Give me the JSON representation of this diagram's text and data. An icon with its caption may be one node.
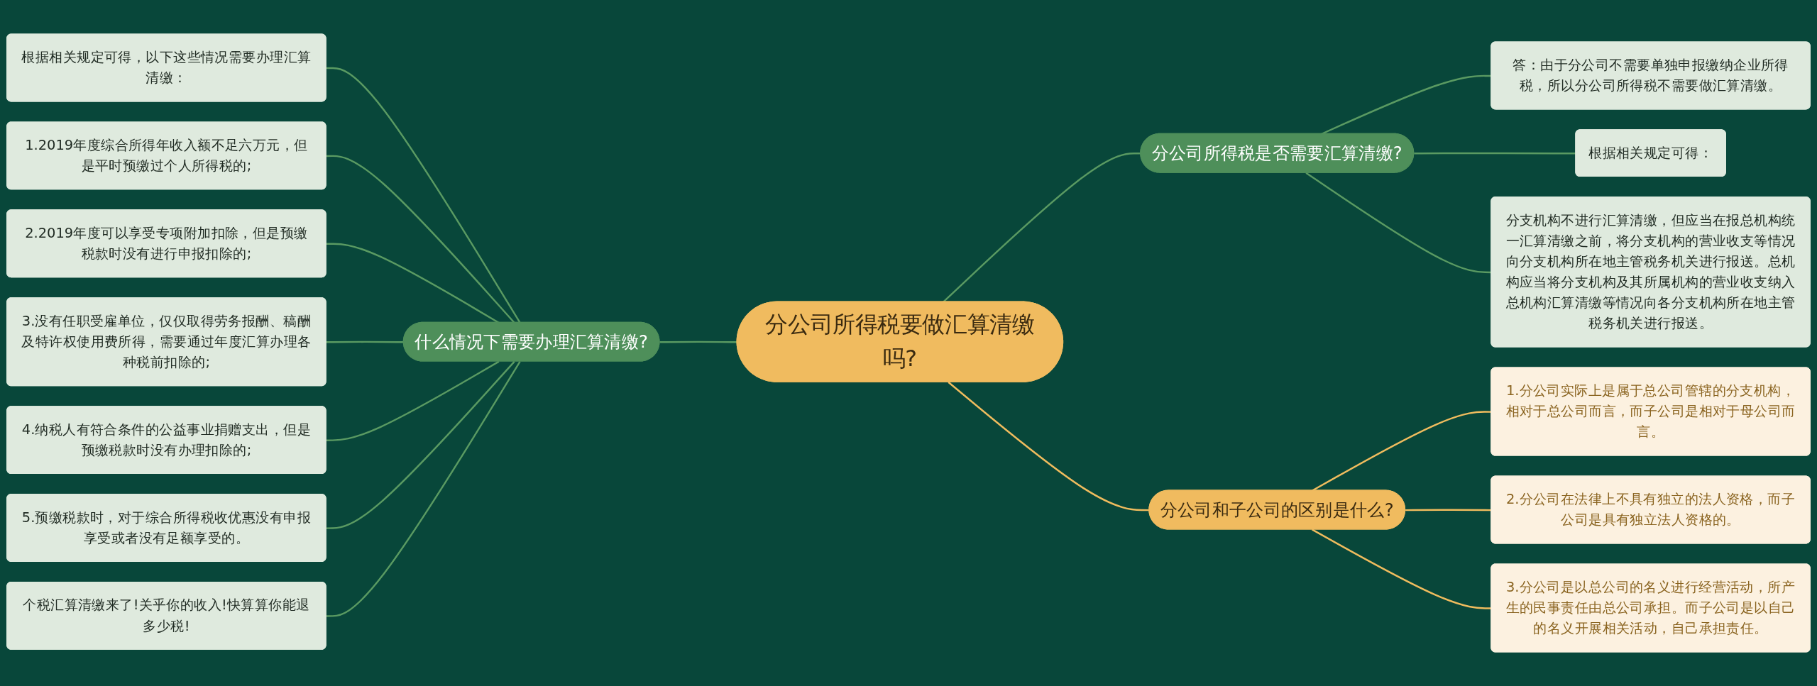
{
  "diagram": {
    "nodes": [
      {
        "text": [
          "分公司所得税要做汇算清缴吗?"
        ]
      },
      {
        "text": [
          "分公司所得税是否需要汇算清缴?"
        ]
      },
      {
        "text": [
          "答：由于分公司不需要单独申报缴纳企业所得税，所以分公司所得税不需要做汇算清缴。"
        ]
      },
      {
        "text": [
          "根据相关规定可得："
        ]
      },
      {
        "text": [
          "分支机构不进行汇算清缴，但应当在报总机构统一汇算清缴之前，将分支机构的营业收支等情况向分支机构所在地主管税务机关进行报送。总机构应当将分支机构及其所属机构的营业收支纳入总机构汇算清缴等情况向各分支机构所在地主管税务机关进行报送。"
        ]
      },
      {
        "text": [
          "分公司和子公司的区别是什么?"
        ]
      },
      {
        "text": [
          "1.分公司实际上是属于总公司管辖的分支机构，相对于总公司而言，而子公司是相对于母公司而言。"
        ]
      },
      {
        "text": [
          "2.分公司在法律上不具有独立的法人资格，而子公司是具有独立法人资格的。"
        ]
      },
      {
        "text": [
          "3.分公司是以总公司的名义进行经营活动，所产生的民事责任由总公司承担。而子公司是以自己的名义开展相关活动，自己承担责任。"
        ]
      },
      {
        "text": [
          "什么情况下需要办理汇算清缴?"
        ]
      },
      {
        "text": [
          "根据相关规定可得，以下这些情况需要办理汇算清缴："
        ]
      },
      {
        "text": [
          "1.2019年度综合所得年收入额不足六万元，但是平时预缴过个人所得税的;"
        ]
      },
      {
        "text": [
          "2.2019年度可以享受专项附加扣除，但是预缴税款时没有进行申报扣除的;"
        ]
      },
      {
        "text": [
          "3.没有任职受雇单位，仅仅取得劳务报酬、稿酬及特许权使用费所得，需要通过年度汇算办理各种税前扣除的;"
        ]
      },
      {
        "text": [
          "4.纳税人有符合条件的公益事业捐赠支出，但是预缴税款时没有办理扣除的;"
        ]
      },
      {
        "text": [
          "5.预缴税款时，对于综合所得税收优惠没有申报享受或者没有足额享受的。"
        ]
      },
      {
        "text": [
          "个税汇算清缴来了!关乎你的收入!快算算你能退多少税!"
        ]
      }
    ],
    "edges": [
      {
        "from": 0,
        "to": 1,
        "arrow": "none"
      },
      {
        "from": 1,
        "to": 2,
        "arrow": "none"
      },
      {
        "from": 1,
        "to": 3,
        "arrow": "none"
      },
      {
        "from": 1,
        "to": 4,
        "arrow": "none"
      },
      {
        "from": 0,
        "to": 5,
        "arrow": "none",
        "color": "#f0bc5e"
      },
      {
        "from": 5,
        "to": 6,
        "arrow": "none",
        "color": "#f0bc5e"
      },
      {
        "from": 5,
        "to": 7,
        "arrow": "none",
        "color": "#f0bc5e"
      },
      {
        "from": 5,
        "to": 8,
        "arrow": "none",
        "color": "#f0bc5e"
      },
      {
        "from": 9,
        "to": 0,
        "arrow": "none"
      },
      {
        "from": 10,
        "to": 9,
        "arrow": "none"
      },
      {
        "from": 11,
        "to": 9,
        "arrow": "none"
      },
      {
        "from": 12,
        "to": 9,
        "arrow": "none"
      },
      {
        "from": 13,
        "to": 9,
        "arrow": "none"
      },
      {
        "from": 14,
        "to": 9,
        "arrow": "none"
      },
      {
        "from": 15,
        "to": 9,
        "arrow": "none"
      },
      {
        "from": 16,
        "to": 9,
        "arrow": "none"
      }
    ]
  }
}
